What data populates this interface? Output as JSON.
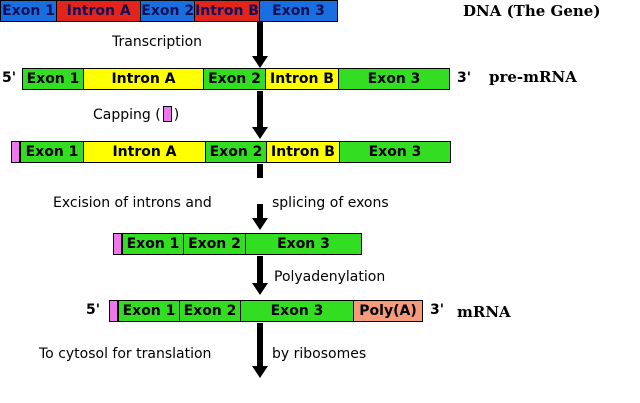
{
  "colors": {
    "dna_exon": "#1a6fe0",
    "dna_intron": "#e3241a",
    "rna_exon": "#33dd22",
    "rna_intron": "#ffff00",
    "cap": "#ee77ee",
    "polya": "#f59a7a"
  },
  "rows": {
    "dna": {
      "tag": "DNA (The Gene)",
      "segments": [
        "Exon 1",
        "Intron A",
        "Exon 2",
        "Intron B",
        "Exon 3"
      ]
    },
    "pre_mrna": {
      "five": "5'",
      "three": "3'",
      "tag": "pre-mRNA",
      "segments": [
        "Exon 1",
        "Intron A",
        "Exon 2",
        "Intron B",
        "Exon 3"
      ]
    },
    "capped": {
      "segments": [
        "Exon 1",
        "Intron A",
        "Exon 2",
        "Intron B",
        "Exon 3"
      ]
    },
    "spliced": {
      "segments": [
        "Exon 1",
        "Exon 2",
        "Exon 3"
      ]
    },
    "mrna": {
      "five": "5'",
      "three": "3'",
      "tag": "mRNA",
      "segments": [
        "Exon 1",
        "Exon 2",
        "Exon 3"
      ],
      "polya": "Poly(A)"
    }
  },
  "steps": {
    "transcription": "Transcription",
    "capping_open": "Capping (",
    "capping_close": ")",
    "splicing_left": "Excision of introns and",
    "splicing_right": "splicing of exons",
    "polyadenylation": "Polyadenylation",
    "translation_left": "To cytosol for translation",
    "translation_right": "by ribosomes"
  }
}
